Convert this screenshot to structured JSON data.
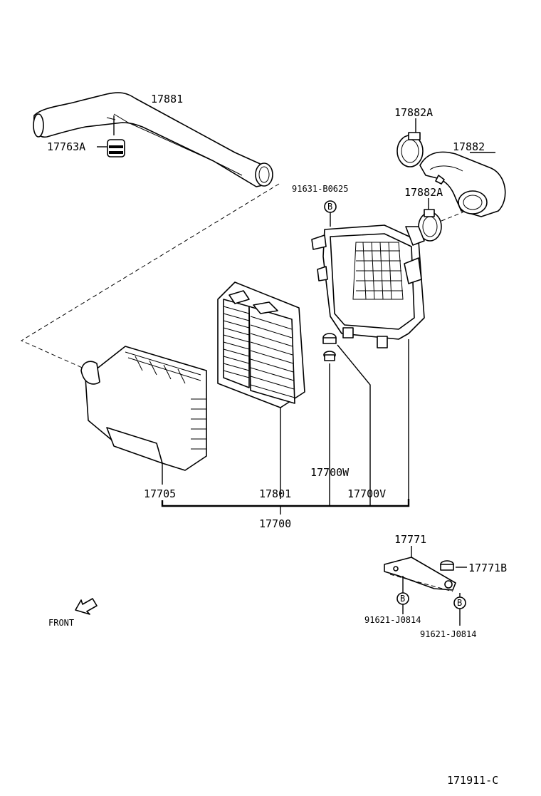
{
  "labels": {
    "p17881": "17881",
    "p17763a": "17763A",
    "p17882a_top": "17882A",
    "p17882": "17882",
    "p17882a_mid": "17882A",
    "p91631": "91631-B0625",
    "circle_b": "B",
    "p17700w": "17700W",
    "p17705": "17705",
    "p17801": "17801",
    "p17700v": "17700V",
    "p17700": "17700",
    "p17771": "17771",
    "p17771b": "17771B",
    "p91621_left": "91621-J0814",
    "p91621_right": "91621-J0814",
    "front": "FRONT",
    "diagram_code": "171911-C"
  }
}
